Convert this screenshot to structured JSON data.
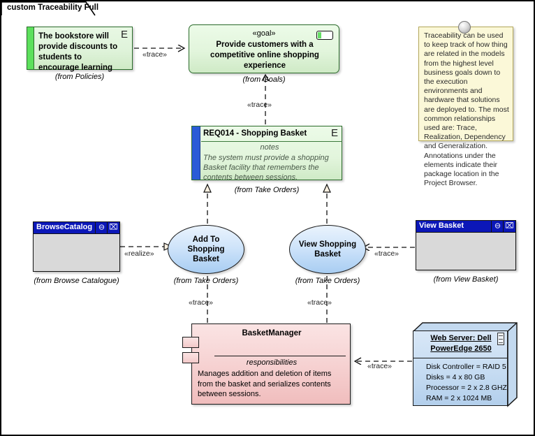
{
  "diagram": {
    "tab_label": "custom Traceability Full"
  },
  "policy": {
    "text": "The bookstore will provide discounts to students to encourage learning",
    "icon": "E",
    "package": "(from Policies)"
  },
  "goal": {
    "stereotype": "«goal»",
    "name": "Provide customers with a competitive online shopping experience",
    "package": "(from Goals)"
  },
  "note": {
    "text": "Traceability can be used to keep track of how thing are related in the models from the highest level business goals down to the execution environments and hardware that solutions are deployed to. The most common relationships used are: Trace, Realization, Dependency and Generalization. Annotations under the elements indicate their package location in the Project Browser."
  },
  "requirement": {
    "title": "REQ014 - Shopping Basket",
    "icon": "E",
    "notes_label": "notes",
    "notes": "The system must provide a shopping Basket facility that remembers the contents between sessions.",
    "package": "(from Take Orders)"
  },
  "usecases": [
    {
      "name": "Add To Shopping Basket",
      "package": "(from Take Orders)"
    },
    {
      "name": "View Shopping Basket",
      "package": "(from Take Orders)"
    }
  ],
  "screens": [
    {
      "title": "BrowseCatalogue",
      "minimize": "⊖",
      "close": "⌧",
      "package": "(from Browse Catalogue)"
    },
    {
      "title": "View Basket",
      "minimize": "⊖",
      "close": "⌧",
      "package": "(from View Basket)"
    }
  ],
  "component": {
    "name": "BasketManager",
    "responsibilities_label": "responsibilities",
    "responsibilities": "Manages addition and deletion of items from the basket and serializes contents between sessions."
  },
  "node": {
    "title": "Web Server: Dell PowerEdge 2650",
    "properties": [
      "Disk Controller = RAID 5",
      "Disks = 4 x 80 GB",
      "Processor = 2 x 2.8 GHZ",
      "RAM = 2 x 1024 MB"
    ]
  },
  "connectors": {
    "trace_policy_goal": "«trace»",
    "trace_goal_req": "«trace»",
    "realize_browse_add": "«realize»",
    "trace_viewbasket_view": "«trace»",
    "trace_add_component": "«trace»",
    "trace_view_component": "«trace»",
    "trace_node_component": "«trace»"
  },
  "colors": {
    "requirement_green": "#cfeac6",
    "requirement_bar_blue": "#2a5bd7",
    "policy_bar_green": "#5ce05c",
    "note_yellow": "#fbf8d8",
    "usecase_blue": "#a8cdf2",
    "component_pink": "#f0bdbd",
    "node_blue": "#b3cfec",
    "screen_titlebar": "#0b17b8"
  }
}
